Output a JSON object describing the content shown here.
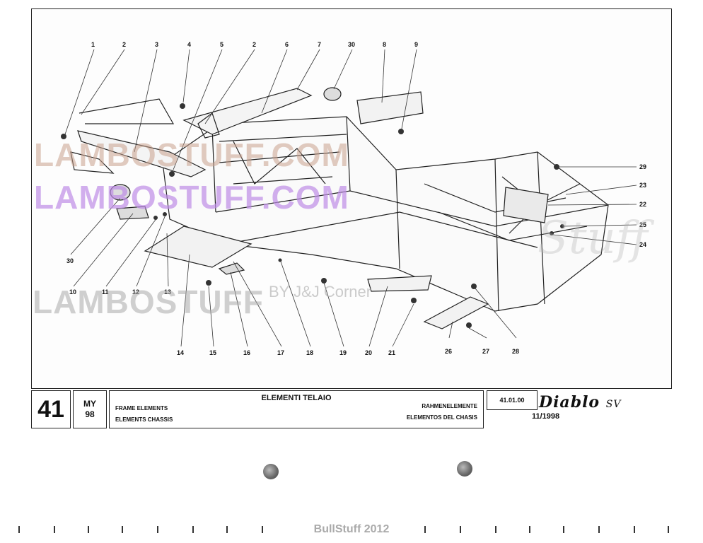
{
  "callouts": {
    "top": [
      "1",
      "2",
      "3",
      "4",
      "5",
      "2",
      "6",
      "7",
      "30",
      "8",
      "9"
    ],
    "bottom": [
      "14",
      "15",
      "16",
      "17",
      "18",
      "19",
      "20",
      "21",
      "26",
      "27",
      "28"
    ],
    "left": [
      "30",
      "10",
      "11",
      "12",
      "13"
    ],
    "right": [
      "29",
      "23",
      "22",
      "25",
      "24"
    ]
  },
  "watermarks": {
    "w1": "LAMBOSTUFF.COM",
    "w2": "LAMBOSTUFF.COM",
    "w3": "LAMBOSTUFF",
    "w4": "BY J&J Corner",
    "w5": "Stuff"
  },
  "titleblock": {
    "page": "41",
    "my_label": "MY",
    "my_year": "98",
    "title": "ELEMENTI TELAIO",
    "en": "FRAME ELEMENTS",
    "fr": "ELEMENTS CHASSIS",
    "de": "RAHMENELEMENTE",
    "es": "ELEMENTOS DEL CHASIS",
    "code": "41.01.00",
    "date": "11/1998",
    "logo": "Diablo",
    "logo_sub": "SV"
  },
  "footer": {
    "credit": "BullStuff 2012"
  }
}
